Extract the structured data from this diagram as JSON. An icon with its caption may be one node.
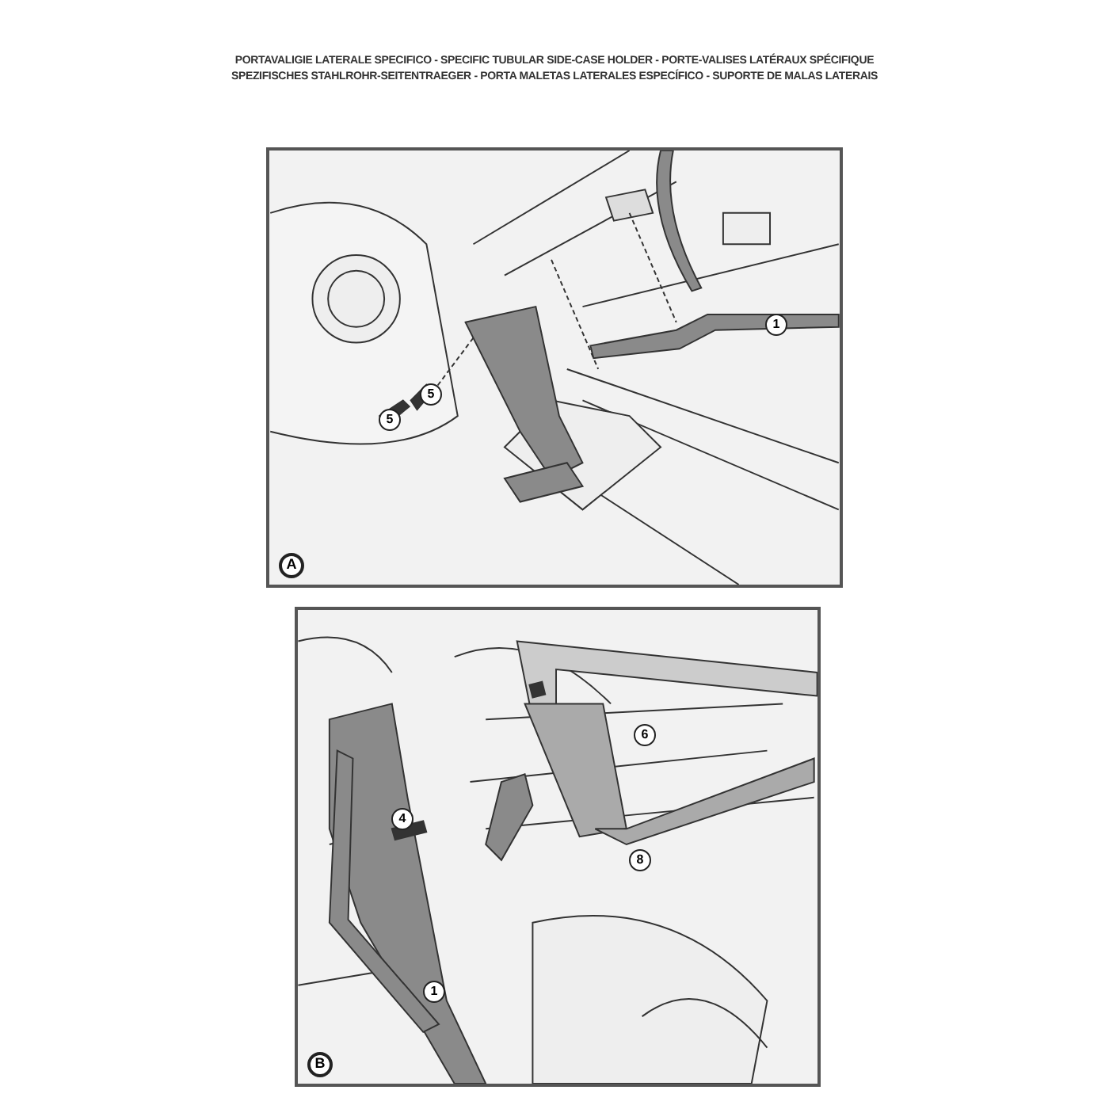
{
  "diagram": {
    "nodes": [
      {
        "text": [
          "A"
        ]
      },
      {
        "text": [
          "B"
        ]
      }
    ],
    "labels": [
      "PORTAVALIGIE LATERALE SPECIFICO - SPECIFIC TUBULAR SIDE-CASE HOLDER - PORTE-VALISES LATÉRAUX SPÉCIFIQUE",
      "SPEZIFISCHES STAHLROHR-SEITENTRAEGER - PORTA MALETAS LATERALES ESPECÍFICO - SUPORTE DE MALAS LATERAIS",
      "1",
      "5",
      "5",
      "6",
      "4",
      "8",
      "1"
    ]
  }
}
